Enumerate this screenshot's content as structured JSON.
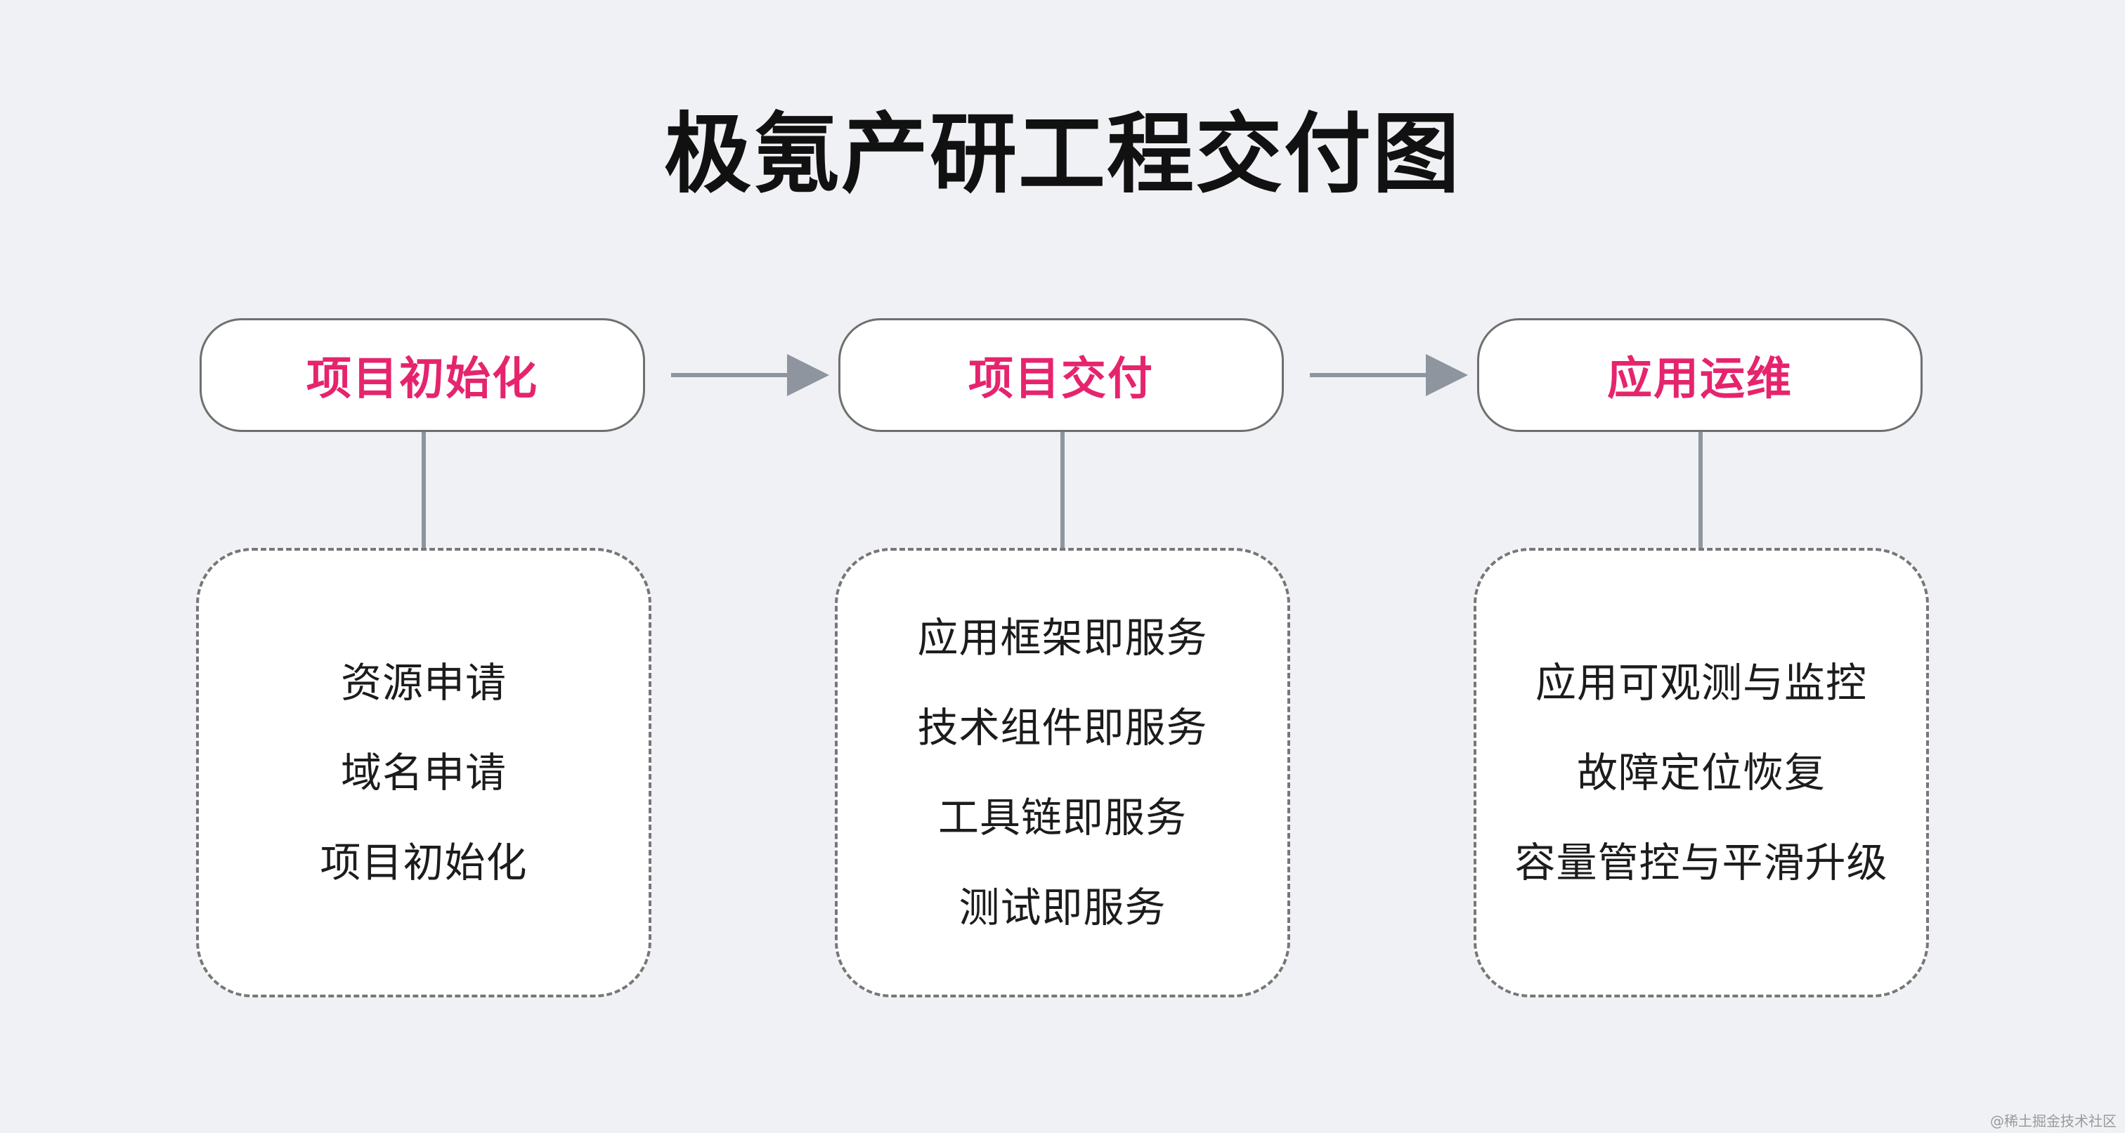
{
  "title": "极氪产研工程交付图",
  "colors": {
    "background": "#f0f1f5",
    "stage_label": "#e6246e",
    "box_border": "#6f6f6f",
    "connector": "#8e959e"
  },
  "stages": [
    {
      "label": "项目初始化",
      "items": [
        "资源申请",
        "域名申请",
        "项目初始化"
      ]
    },
    {
      "label": "项目交付",
      "items": [
        "应用框架即服务",
        "技术组件即服务",
        "工具链即服务",
        "测试即服务"
      ]
    },
    {
      "label": "应用运维",
      "items": [
        "应用可观测与监控",
        "故障定位恢复",
        "容量管控与平滑升级"
      ]
    }
  ],
  "watermark": "@稀土掘金技术社区"
}
